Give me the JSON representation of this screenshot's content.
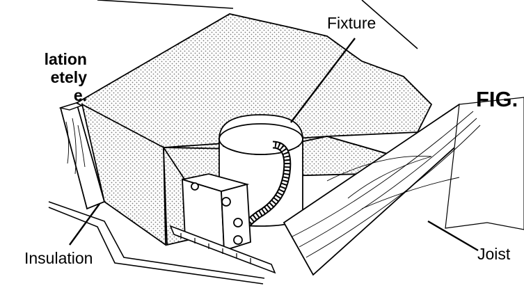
{
  "figure": {
    "caption_fragment": "FIG.",
    "note_lines": [
      "lation",
      "etely",
      "e."
    ],
    "labels": {
      "fixture": "Fixture",
      "insulation": "Insulation",
      "joist": "Joist"
    }
  },
  "colors": {
    "line": "#000000",
    "background": "#ffffff",
    "insulation_stipple": "#8a8a8a"
  }
}
